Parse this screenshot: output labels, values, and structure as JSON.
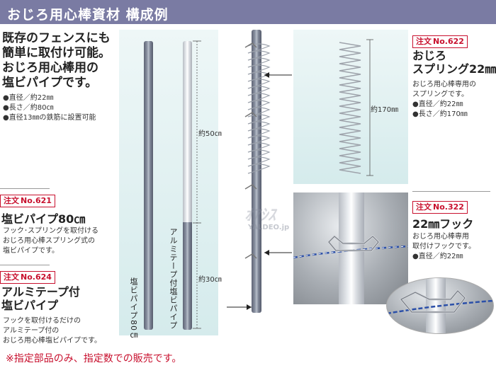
{
  "header": {
    "title": "おじろ用心棒資材 構成例"
  },
  "intro": {
    "lines": [
      "既存のフェンスにも",
      "簡単に取付け可能。",
      "おじろ用心棒用の",
      "塩ビパイプです。"
    ],
    "specs": [
      "●直径／約22㎜",
      "●長さ／約80㎝",
      "●直径13㎜の鉄筋に設置可能"
    ]
  },
  "products": {
    "p621": {
      "order_label": "注文",
      "order_no": "No.621",
      "name": "塩ビパイプ80㎝",
      "desc": [
        "フック･スプリングを取付ける",
        "おじろ用心棒スプリング式の",
        "塩ビパイプです。"
      ]
    },
    "p624": {
      "order_label": "注文",
      "order_no": "No.624",
      "name_lines": [
        "アルミテープ付",
        "塩ビパイプ"
      ],
      "desc": [
        "フックを取付けるだけの",
        "アルミテープ付の",
        "おじろ用心棒塩ビパイプです。"
      ]
    },
    "p622": {
      "order_label": "注文",
      "order_no": "No.622",
      "name_lines": [
        "おじろ",
        "スプリング22㎜"
      ],
      "desc": [
        "おじろ用心棒専用の",
        "スプリングです。"
      ],
      "specs": [
        "●直径／約22㎜",
        "●長さ／約170㎜"
      ]
    },
    "p322": {
      "order_label": "注文",
      "order_no": "No.322",
      "name": "22㎜フック",
      "desc": [
        "おじろ用心棒専用",
        "取付けフックです。"
      ],
      "specs": [
        "●直径／約22㎜"
      ]
    }
  },
  "pipes": {
    "pvc_label": "塩ビパイプ80㎝",
    "alu_label": "アルミテープ付塩ビパイプ",
    "dim_top": "約50㎝",
    "dim_bottom": "約30㎝"
  },
  "spring": {
    "dim": "約170㎜"
  },
  "watermark": {
    "main": "ｵｱｼｽ",
    "sub": "YALDEO.jp"
  },
  "footer": {
    "note": "※指定部品のみ、指定数での販売です。"
  }
}
